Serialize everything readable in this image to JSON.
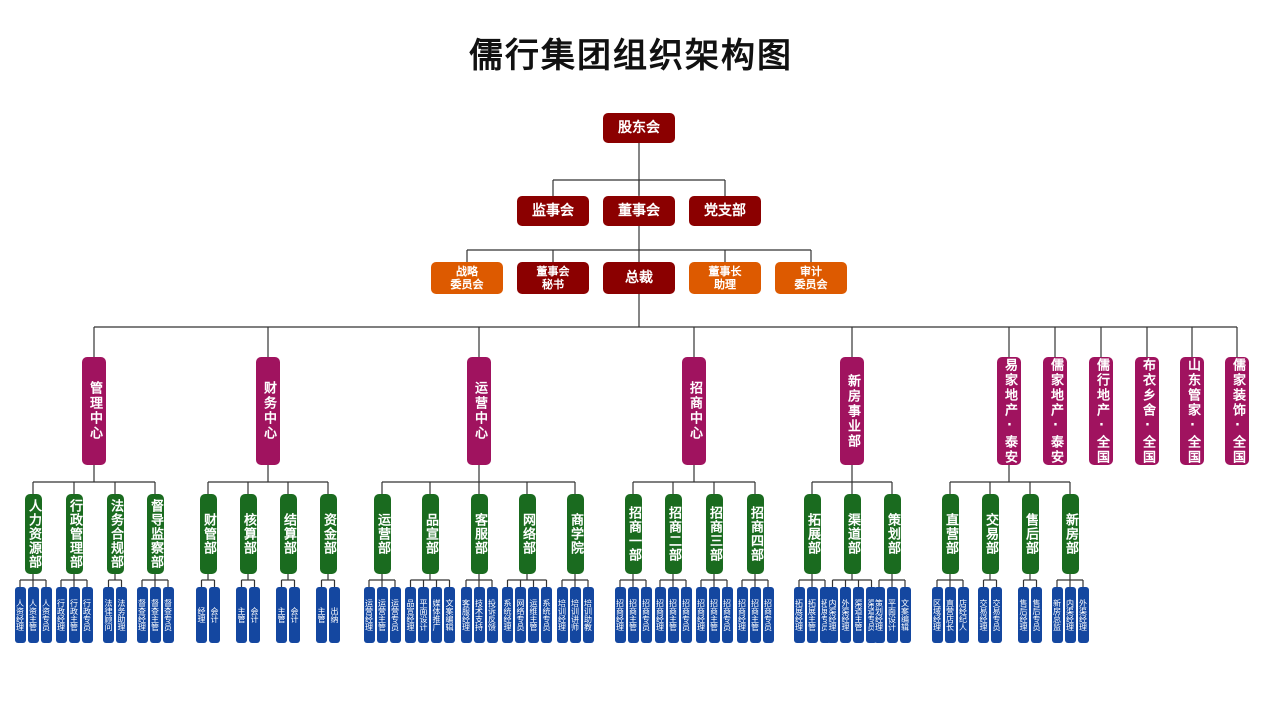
{
  "title": "儒行集团组织架构图",
  "colors": {
    "top": "#8b0000",
    "staff": "#dd5a00",
    "center": "#a0135f",
    "dept": "#1a6b1f",
    "leaf": "#1447a0",
    "line": "#333333"
  },
  "level1": {
    "id": "shareholders",
    "label": "股东会"
  },
  "level2": [
    {
      "id": "supervisors",
      "label": "监事会"
    },
    {
      "id": "board",
      "label": "董事会"
    },
    {
      "id": "party",
      "label": "党支部"
    }
  ],
  "level3": [
    {
      "id": "strategy",
      "label": "战略\n委员会",
      "type": "staff"
    },
    {
      "id": "secretary",
      "label": "董事会\n秘书",
      "type": "top"
    },
    {
      "id": "president",
      "label": "总裁",
      "type": "top"
    },
    {
      "id": "chair-assistant",
      "label": "董事长\n助理",
      "type": "staff"
    },
    {
      "id": "audit",
      "label": "审计\n委员会",
      "type": "staff"
    }
  ],
  "centers": [
    {
      "id": "management",
      "label": "管理中心",
      "depts": [
        {
          "label": "人力资源部",
          "leaves": [
            "人资经理",
            "人资主管",
            "人资专员"
          ]
        },
        {
          "label": "行政管理部",
          "leaves": [
            "行政经理",
            "行政主管",
            "行政专员"
          ]
        },
        {
          "label": "法务合规部",
          "leaves": [
            "法律顾问",
            "法务助理"
          ]
        },
        {
          "label": "督导监察部",
          "leaves": [
            "督查经理",
            "督查主管",
            "督查专员"
          ]
        }
      ]
    },
    {
      "id": "finance",
      "label": "财务中心",
      "depts": [
        {
          "label": "财管部",
          "leaves": [
            "经理",
            "会计"
          ]
        },
        {
          "label": "核算部",
          "leaves": [
            "主管",
            "会计"
          ]
        },
        {
          "label": "结算部",
          "leaves": [
            "主管",
            "会计"
          ]
        },
        {
          "label": "资金部",
          "leaves": [
            "主管",
            "出纳"
          ]
        }
      ]
    },
    {
      "id": "operations",
      "label": "运营中心",
      "depts": [
        {
          "label": "运营部",
          "leaves": [
            "运营经理",
            "运营主管",
            "运营专员"
          ]
        },
        {
          "label": "品宣部",
          "leaves": [
            "品宣经理",
            "平面设计",
            "媒体推广",
            "文案编辑"
          ]
        },
        {
          "label": "客服部",
          "leaves": [
            "客服经理",
            "技术支持",
            "投诉反馈"
          ]
        },
        {
          "label": "网络部",
          "leaves": [
            "系统经理",
            "网络专员",
            "运维主管",
            "系统专员"
          ]
        },
        {
          "label": "商学院",
          "leaves": [
            "培训经理",
            "培训讲师",
            "培训助教"
          ]
        }
      ]
    },
    {
      "id": "investment",
      "label": "招商中心",
      "depts": [
        {
          "label": "招商一部",
          "leaves": [
            "招商经理",
            "招商主管",
            "招商专员"
          ]
        },
        {
          "label": "招商二部",
          "leaves": [
            "招商经理",
            "招商主管",
            "招商专员"
          ]
        },
        {
          "label": "招商三部",
          "leaves": [
            "招商经理",
            "招商主管",
            "招商专员"
          ]
        },
        {
          "label": "招商四部",
          "leaves": [
            "招商经理",
            "招商主管",
            "招商专员"
          ]
        }
      ]
    },
    {
      "id": "new-house",
      "label": "新房事业部",
      "depts": [
        {
          "label": "拓展部",
          "leaves": [
            "拓展经理",
            "拓展主管",
            "拓展专员"
          ]
        },
        {
          "label": "渠道部",
          "leaves": [
            "内渠经理",
            "外渠经理",
            "渠道主管",
            "渠道专员"
          ]
        },
        {
          "label": "策划部",
          "leaves": [
            "策划经理",
            "平面设计",
            "文案编辑"
          ]
        }
      ]
    },
    {
      "id": "yijia-taian",
      "label": "易家地产·泰安",
      "depts": [
        {
          "label": "直营部",
          "leaves": [
            "区域经理",
            "直营店长",
            "店经纪人"
          ]
        },
        {
          "label": "交易部",
          "leaves": [
            "交易经理",
            "交易专员"
          ]
        },
        {
          "label": "售后部",
          "leaves": [
            "售后经理",
            "售后专员"
          ]
        },
        {
          "label": "新房部",
          "leaves": [
            "新房总监",
            "内渠经理",
            "外渠经理"
          ]
        }
      ]
    },
    {
      "id": "rujia-taian",
      "label": "儒家地产·泰安",
      "depts": []
    },
    {
      "id": "ruxing-national",
      "label": "儒行地产·全国",
      "depts": []
    },
    {
      "id": "buyi-national",
      "label": "布衣乡舍·全国",
      "depts": []
    },
    {
      "id": "shandong-national",
      "label": "山东管家·全国",
      "depts": []
    },
    {
      "id": "rujia-decor-national",
      "label": "儒家装饰·全国",
      "depts": []
    }
  ]
}
